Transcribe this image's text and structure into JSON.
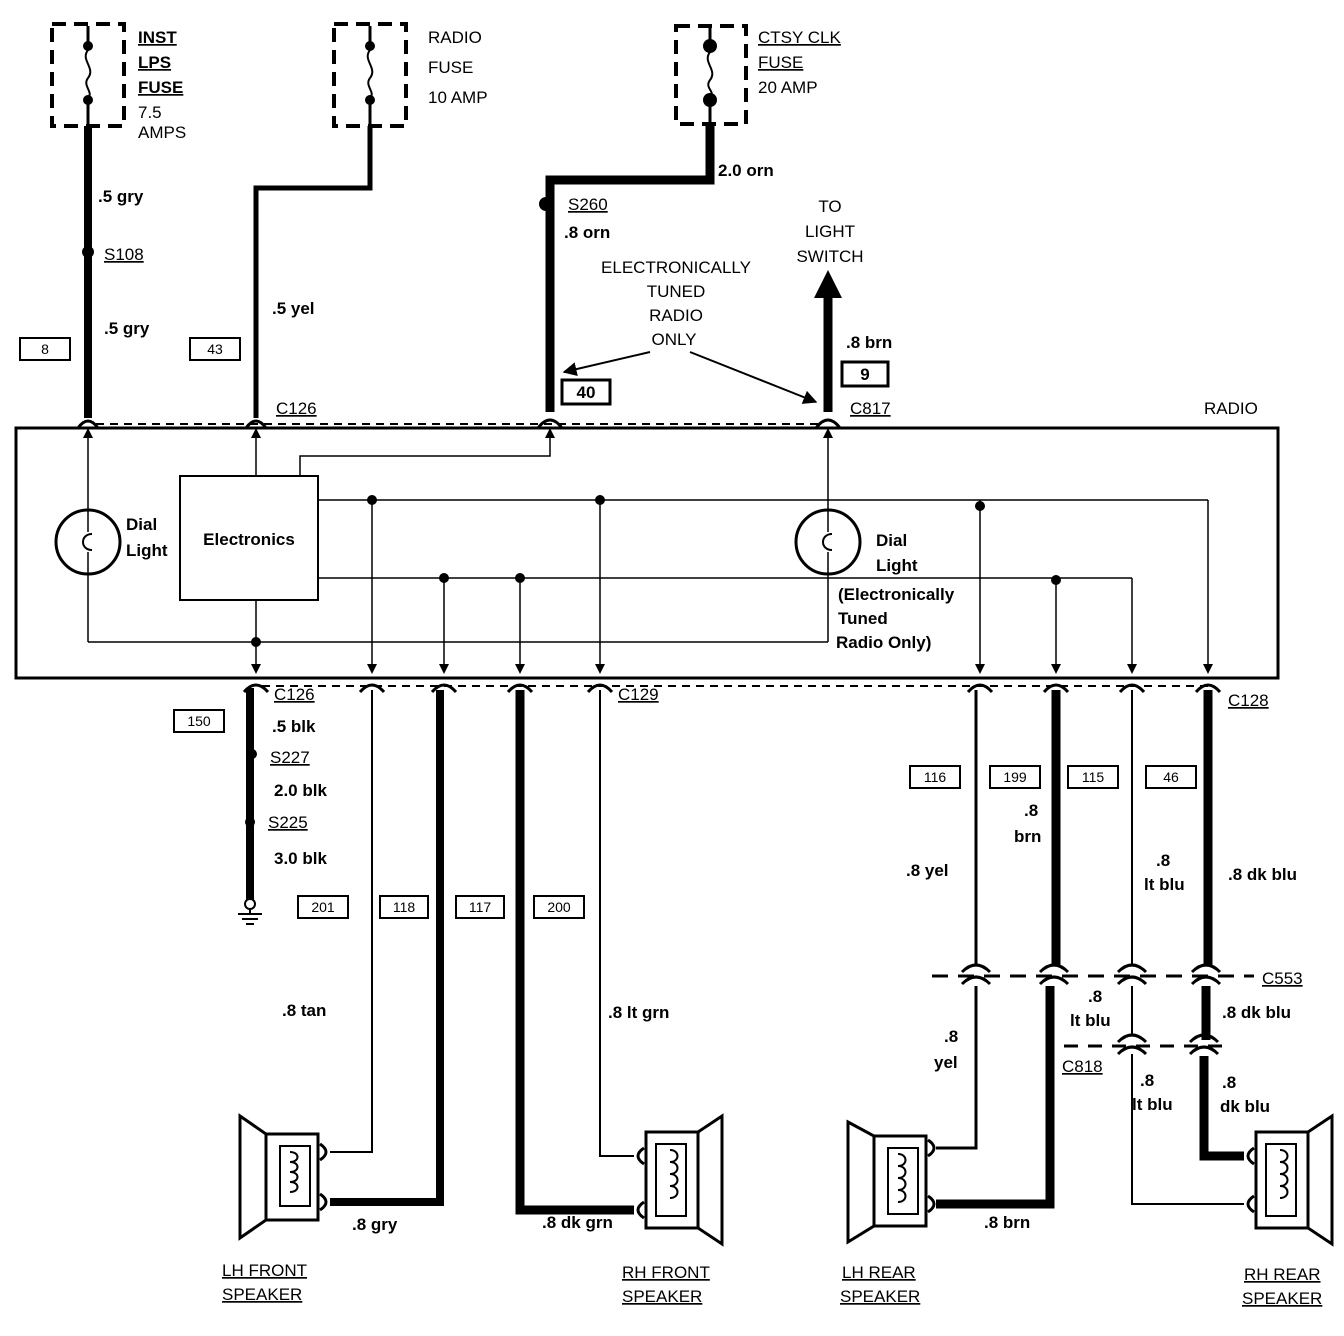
{
  "fuses": {
    "inst_lps": {
      "line1": "INST",
      "line2": "LPS",
      "line3": "FUSE",
      "line4": "7.5",
      "line5": "AMPS"
    },
    "radio": {
      "line1": "RADIO",
      "line2": "FUSE",
      "line3": "10 AMP"
    },
    "ctsy_clk": {
      "line1": "CTSY CLK",
      "line2": "FUSE",
      "line3": "20 AMP"
    }
  },
  "top_wires": {
    "gry_upper": ".5 gry",
    "s108": "S108",
    "gry_lower": ".5 gry",
    "yel": ".5 yel",
    "orn_20": "2.0 orn",
    "s260": "S260",
    "orn_08": ".8 orn",
    "brn_08": ".8 brn"
  },
  "notes": {
    "etr_line1": "ELECTRONICALLY",
    "etr_line2": "TUNED",
    "etr_line3": "RADIO",
    "etr_line4": "ONLY",
    "to_line1": "TO",
    "to_line2": "LIGHT",
    "to_line3": "SWITCH"
  },
  "circuit_numbers": {
    "c8": "8",
    "c43": "43",
    "c40": "40",
    "c9": "9",
    "c150": "150",
    "c116": "116",
    "c199": "199",
    "c115": "115",
    "c46": "46",
    "c201": "201",
    "c118": "118",
    "c117": "117",
    "c200": "200"
  },
  "connectors": {
    "c126_top": "C126",
    "c817": "C817",
    "c126_bot": "C126",
    "c129": "C129",
    "c128": "C128",
    "c553": "C553",
    "c818": "C818",
    "s227": "S227",
    "s225": "S225"
  },
  "radio_box": {
    "title": "RADIO",
    "electronics": "Electronics",
    "dial_left_1": "Dial",
    "dial_left_2": "Light",
    "dial_right_1": "Dial",
    "dial_right_2": "Light",
    "dial_right_3": "(Electronically",
    "dial_right_4": "Tuned",
    "dial_right_5": "Radio Only)"
  },
  "bottom_wires": {
    "blk_05": ".5 blk",
    "blk_20": "2.0 blk",
    "blk_30": "3.0 blk",
    "tan": ".8 tan",
    "lt_grn": ".8 lt grn",
    "gry_08": ".8 gry",
    "dk_grn": ".8 dk grn",
    "yel_08": ".8 yel",
    "brn_08a": ".8",
    "brn_08b": "brn",
    "lt_blu_a1": ".8",
    "lt_blu_a2": "lt blu",
    "dk_blu_08": ".8 dk blu",
    "lt_blu_b1": ".8",
    "lt_blu_b2": "lt blu",
    "dk_blu_b": ".8 dk blu",
    "yel_b1": ".8",
    "yel_b2": "yel",
    "lt_blu_c1": ".8",
    "lt_blu_c2": "lt blu",
    "dk_blu_c1": ".8",
    "dk_blu_c2": "dk blu",
    "brn_bottom": ".8 brn"
  },
  "speakers": {
    "lh_front_1": "LH FRONT",
    "lh_front_2": "SPEAKER",
    "rh_front_1": "RH FRONT",
    "rh_front_2": "SPEAKER",
    "lh_rear_1": "LH REAR",
    "lh_rear_2": "SPEAKER",
    "rh_rear_1": "RH REAR",
    "rh_rear_2": "SPEAKER"
  }
}
